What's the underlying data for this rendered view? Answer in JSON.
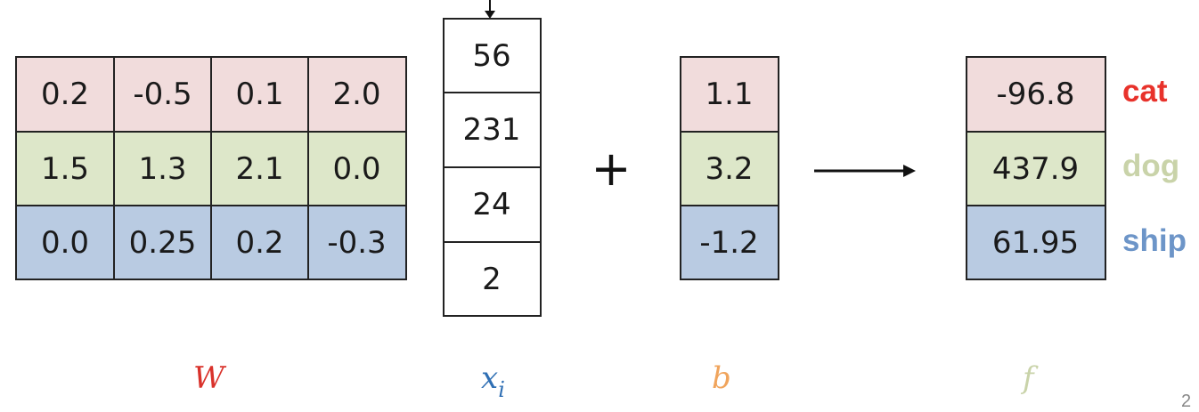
{
  "weights": {
    "rows": [
      [
        "0.2",
        "-0.5",
        "0.1",
        "2.0"
      ],
      [
        "1.5",
        "1.3",
        "2.1",
        "0.0"
      ],
      [
        "0.0",
        "0.25",
        "0.2",
        "-0.3"
      ]
    ],
    "label": "W"
  },
  "input": {
    "values": [
      "56",
      "231",
      "24",
      "2"
    ],
    "label": "x",
    "subscript": "i"
  },
  "plus": "+",
  "bias": {
    "values": [
      "1.1",
      "3.2",
      "-1.2"
    ],
    "label": "b"
  },
  "scores": {
    "values": [
      "-96.8",
      "437.9",
      "61.95"
    ],
    "label": "f"
  },
  "classes": [
    {
      "name": "cat",
      "color": "#e8322b"
    },
    {
      "name": "dog",
      "color": "#c9d3a9"
    },
    {
      "name": "ship",
      "color": "#6d95c8"
    }
  ],
  "colors": {
    "row0": "#f1dcdc",
    "row1": "#dde7c9",
    "row2": "#b9cbe2",
    "W": "#d9322b",
    "x": "#2f6fb4",
    "b": "#f0a45c",
    "f": "#c9d3a9"
  },
  "page_number": "2"
}
